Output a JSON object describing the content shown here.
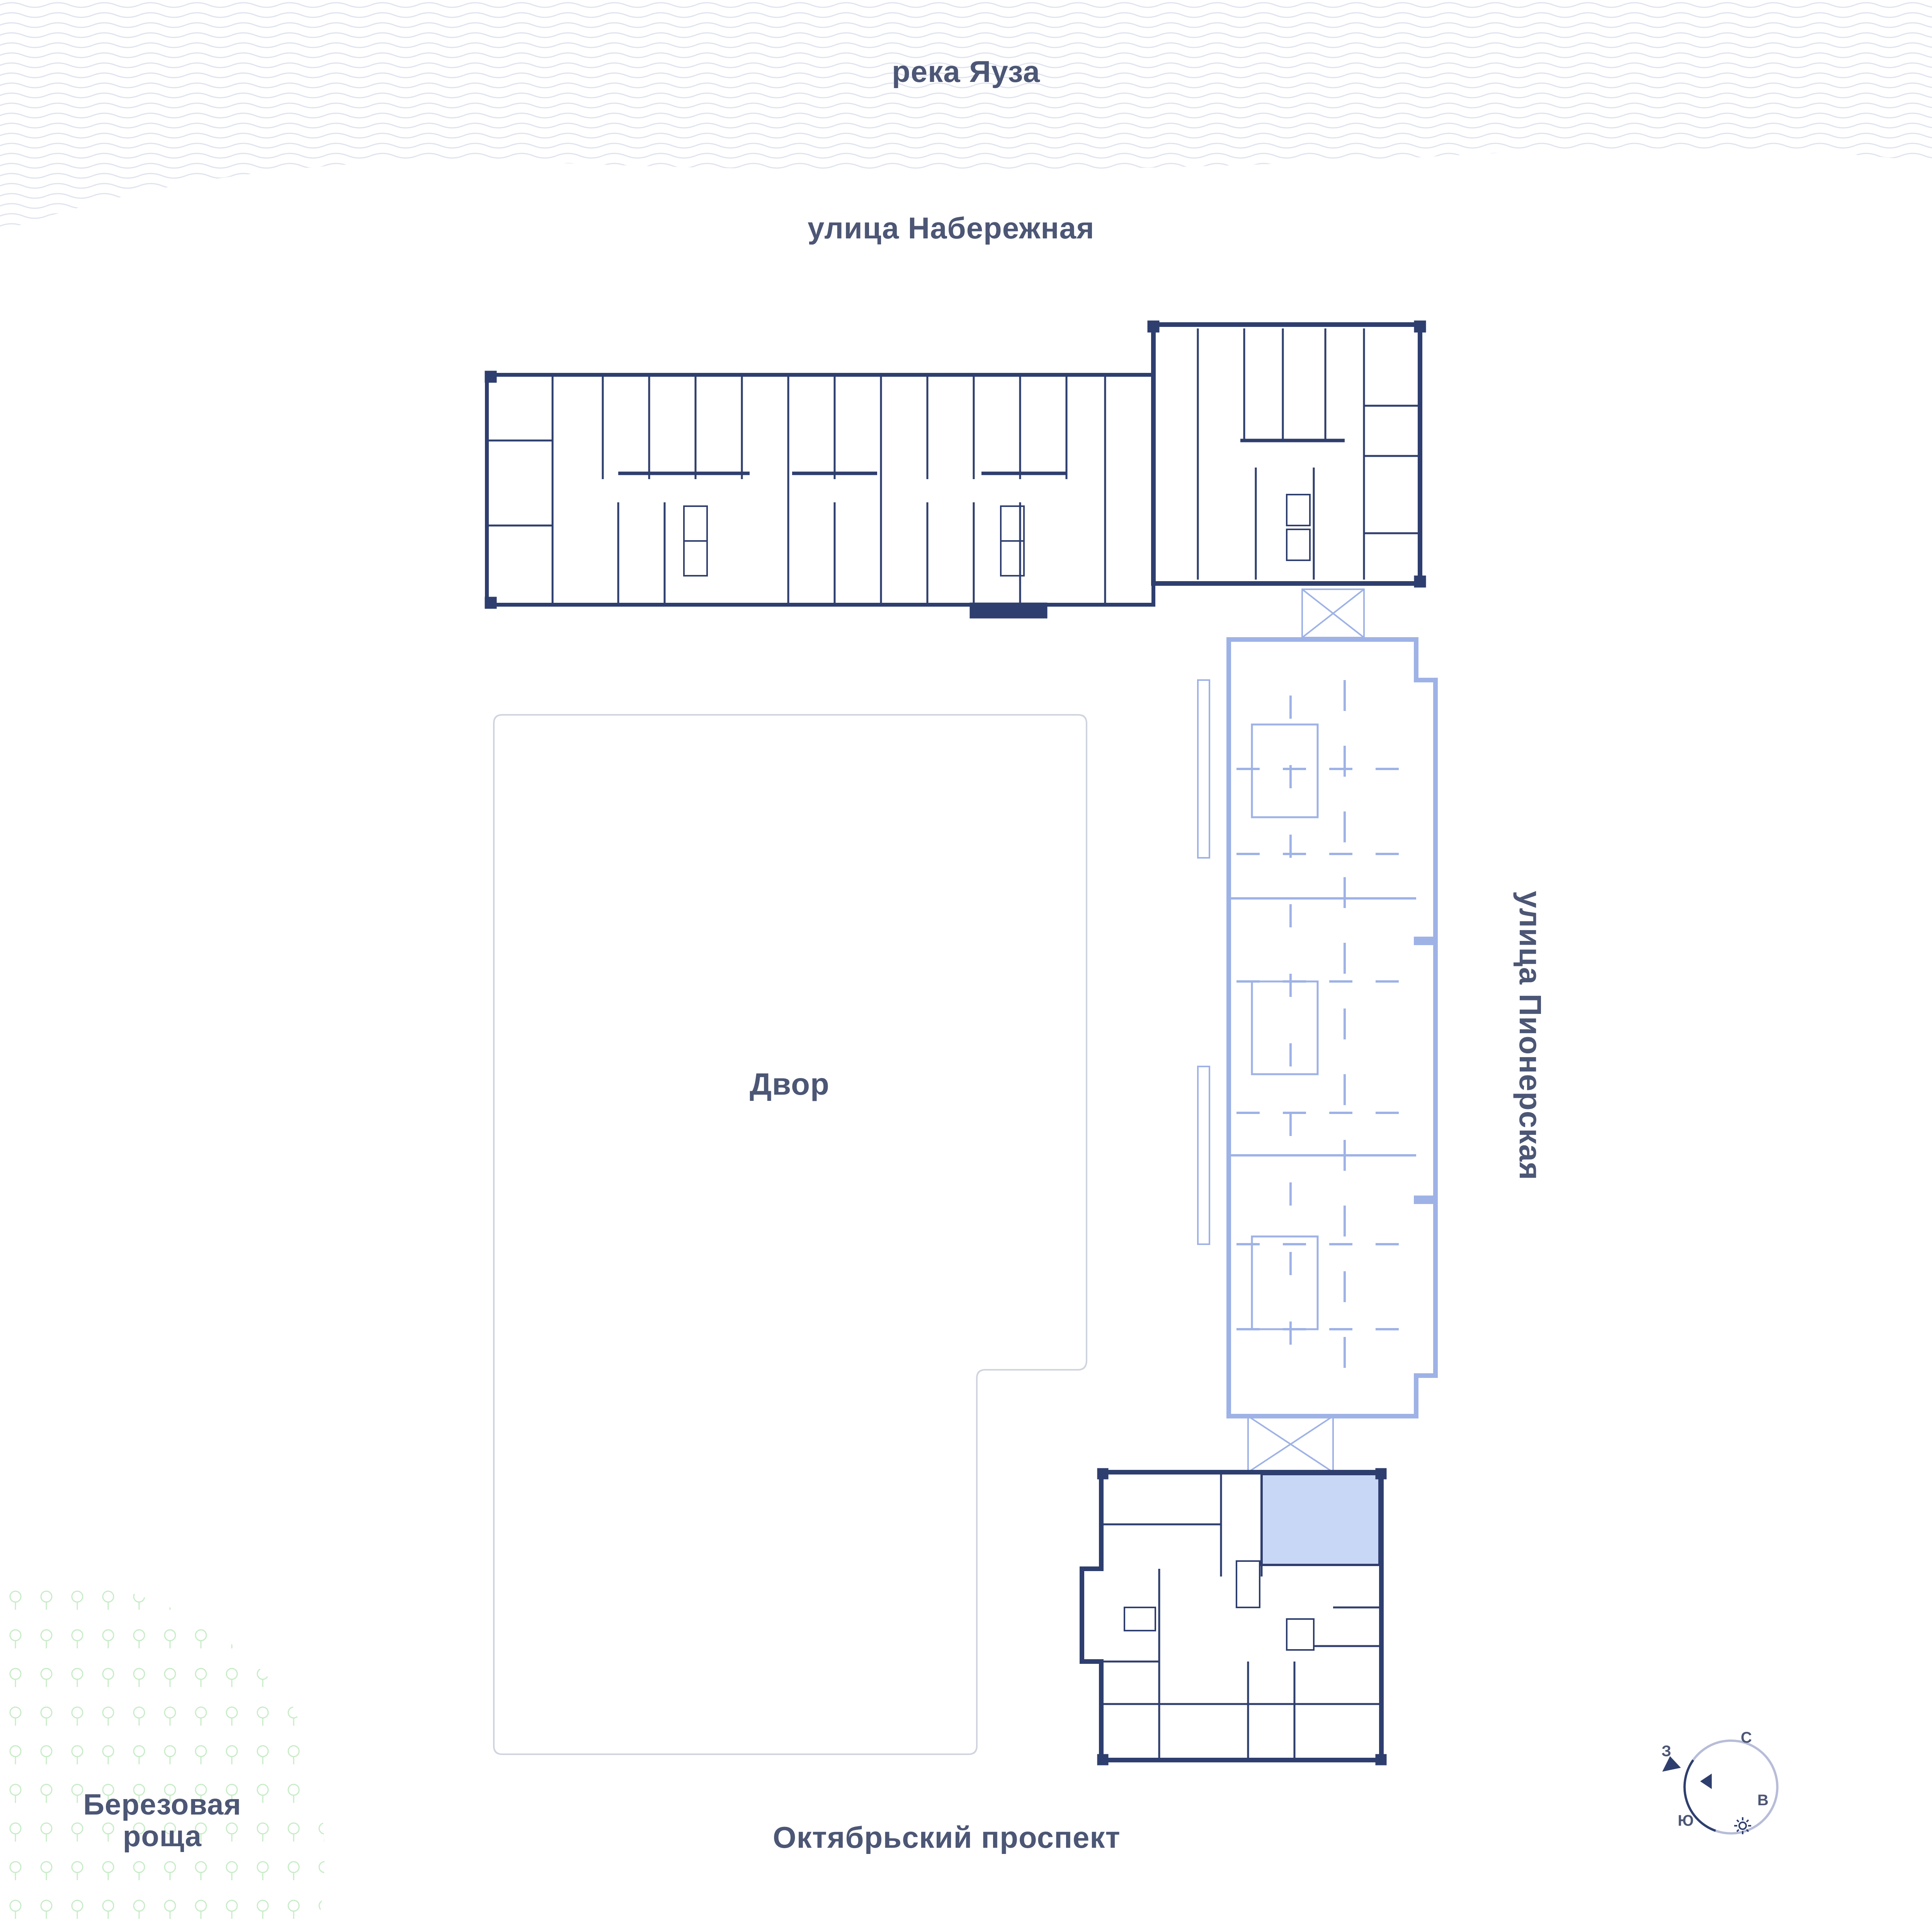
{
  "labels": {
    "river": "река Яуза",
    "street_north": "улица Набережная",
    "courtyard": "Двор",
    "street_east": "улица Пионерская",
    "avenue_south": "Октябрьский проспект",
    "grove_line1": "Березовая",
    "grove_line2": "роща"
  },
  "compass": {
    "north": "С",
    "east": "В",
    "south": "Ю",
    "west": "З"
  },
  "colors": {
    "text": "#4c5675",
    "building_dark": "#2e3e6e",
    "building_light": "#9eb2e6",
    "selected_unit": "#c9d7f6",
    "water_waves": "#dfe3ee",
    "grove_trees": "#c7ecc7",
    "courtyard_outline": "#cfd4de"
  },
  "highlight": {
    "selected_section": "улица Пионерская",
    "selected_unit": "southern section"
  }
}
